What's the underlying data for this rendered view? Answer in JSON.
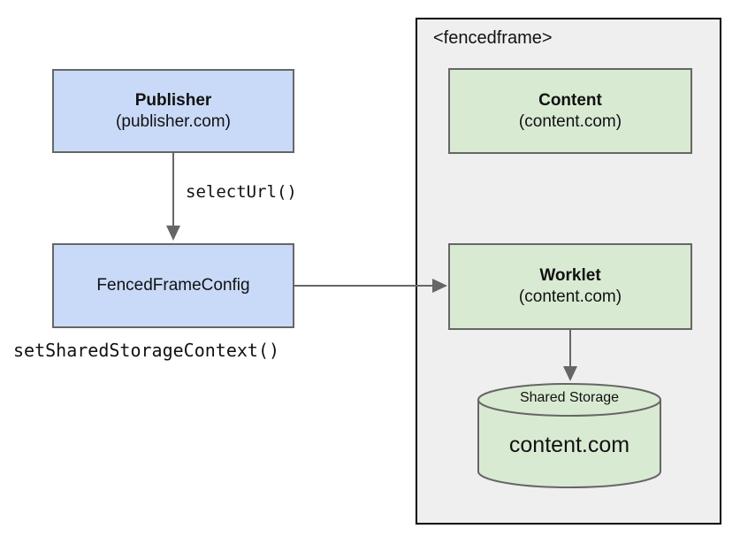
{
  "diagram": {
    "publisher_box": {
      "title": "Publisher",
      "subtitle": "(publisher.com)"
    },
    "config_box": {
      "label": "FencedFrameConfig"
    },
    "labels": {
      "select_url": "selectUrl()",
      "set_shared_storage_context": "setSharedStorageContext()"
    },
    "fencedframe": {
      "title": "<fencedframe>",
      "content_box": {
        "title": "Content",
        "subtitle": "(content.com)"
      },
      "worklet_box": {
        "title": "Worklet",
        "subtitle": "(content.com)"
      },
      "shared_storage": {
        "title": "Shared Storage",
        "origin": "content.com"
      }
    },
    "colors": {
      "publisher_fill": "#c9daf8",
      "fencedframe_fill": "#d9ead3",
      "container_fill": "#efefef",
      "box_border": "#666666",
      "container_border": "#000000",
      "arrow": "#666666",
      "text": "#111111"
    }
  }
}
